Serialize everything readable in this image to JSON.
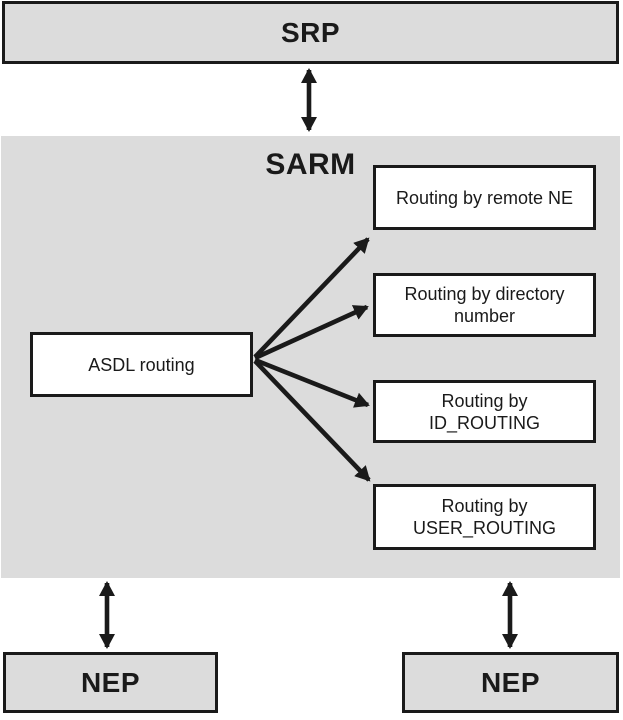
{
  "diagram": {
    "srp": {
      "label": "SRP"
    },
    "sarm": {
      "label": "SARM"
    },
    "asdl": {
      "label": "ASDL routing"
    },
    "routing_targets": {
      "remote_ne": "Routing by remote NE",
      "directory_number": "Routing by directory\nnumber",
      "id_routing": "Routing by ID_ROUTING",
      "user_routing": "Routing by\nUSER_ROUTING"
    },
    "nep_left": {
      "label": "NEP"
    },
    "nep_right": {
      "label": "NEP"
    },
    "colors": {
      "box_fill_gray": "#dcdcdc",
      "box_fill_white": "#ffffff",
      "border": "#1a1a1a",
      "arrow": "#1a1a1a",
      "background": "#ffffff"
    },
    "edges": [
      {
        "from": "SRP",
        "to": "SARM",
        "type": "bidirectional"
      },
      {
        "from": "ASDL routing",
        "to": "Routing by remote NE",
        "type": "directed"
      },
      {
        "from": "ASDL routing",
        "to": "Routing by directory number",
        "type": "directed"
      },
      {
        "from": "ASDL routing",
        "to": "Routing by ID_ROUTING",
        "type": "directed"
      },
      {
        "from": "ASDL routing",
        "to": "Routing by USER_ROUTING",
        "type": "directed"
      },
      {
        "from": "SARM",
        "to": "NEP (left)",
        "type": "bidirectional"
      },
      {
        "from": "SARM",
        "to": "NEP (right)",
        "type": "bidirectional"
      }
    ]
  }
}
